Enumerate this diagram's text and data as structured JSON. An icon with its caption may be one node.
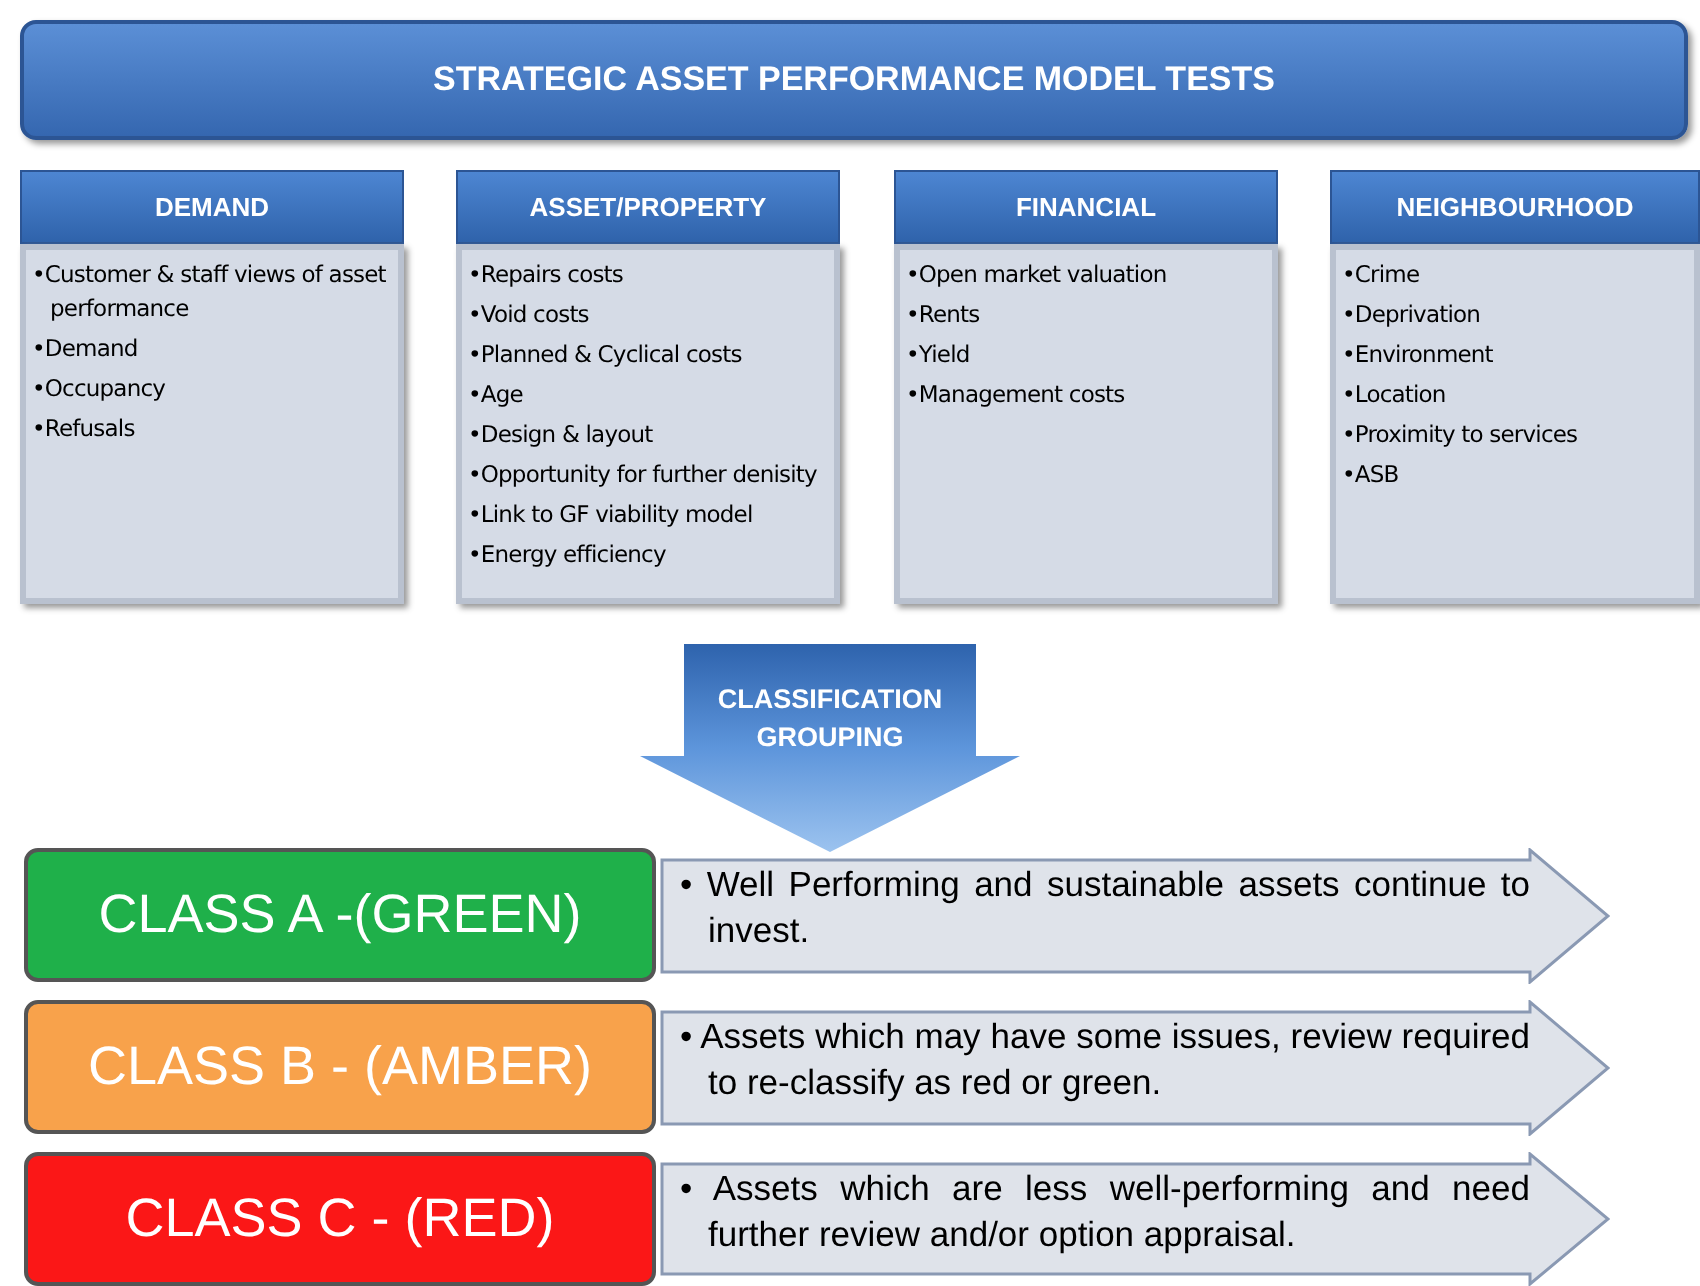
{
  "diagram": {
    "nodes": [
      {
        "text": [
          "STRATEGIC ASSET PERFORMANCE MODEL TESTS"
        ]
      },
      {
        "text": [
          "DEMAND"
        ]
      },
      {
        "text": [
          "•Customer & staff views of asset performance",
          "•Demand",
          "•Occupancy",
          "•Refusals"
        ]
      },
      {
        "text": [
          "ASSET/PROPERTY"
        ]
      },
      {
        "text": [
          "•Repairs costs",
          "•Void costs",
          "•Planned & Cyclical  costs",
          "•Age",
          "•Design & layout",
          "•Opportunity for further denisity",
          "•Link to GF viability model",
          "•Energy efficiency"
        ]
      },
      {
        "text": [
          "FINANCIAL"
        ]
      },
      {
        "text": [
          "•Open market valuation",
          "•Rents",
          "•Yield",
          "•Management costs"
        ]
      },
      {
        "text": [
          "NEIGHBOURHOOD"
        ]
      },
      {
        "text": [
          "•Crime",
          "•Deprivation",
          "•Environment",
          "•Location",
          "•Proximity to services",
          "•ASB"
        ]
      },
      {
        "text": [
          "CLASSIFICATION GROUPING"
        ]
      },
      {
        "text": [
          "• Well Performing and sustainable assets continue to invest."
        ]
      },
      {
        "text": [
          "CLASS A -(GREEN)"
        ]
      },
      {
        "text": [
          "• Assets which may have some issues, review required to re-classify as red or green."
        ]
      },
      {
        "text": [
          "CLASS B - (AMBER)"
        ]
      },
      {
        "text": [
          "• Assets which are less well-performing and need further review and/or option appraisal."
        ]
      },
      {
        "text": [
          "CLASS C - (RED)"
        ]
      }
    ]
  }
}
